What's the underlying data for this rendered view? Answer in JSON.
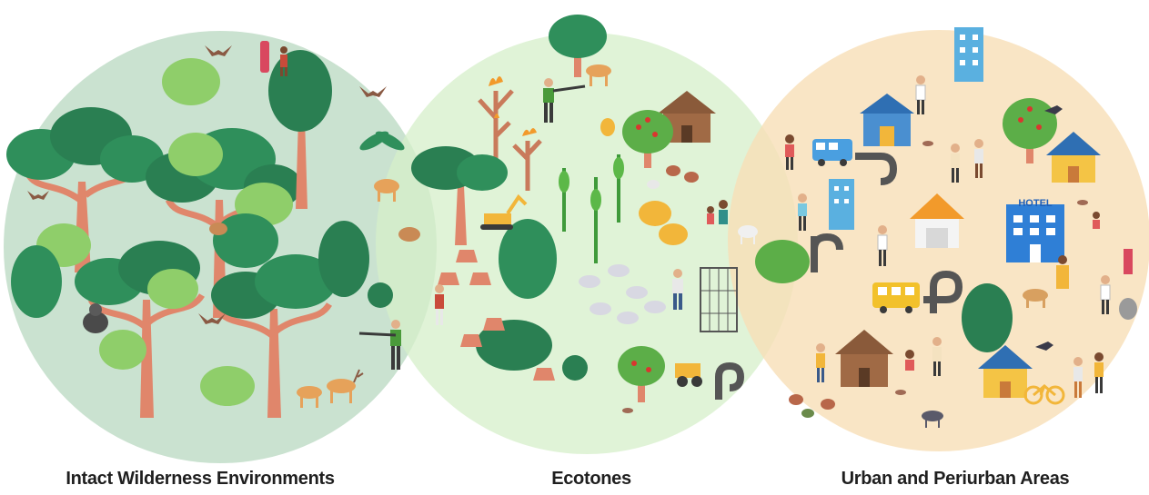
{
  "zones": [
    {
      "label": "Intact Wilderness Environments",
      "color": "#b8d8c0"
    },
    {
      "label": "Ecotones",
      "color": "#d5efc9"
    },
    {
      "label": "Urban and Periurban Areas",
      "color": "#f8dfb7"
    }
  ],
  "signs": {
    "hotel": "HOTEL"
  },
  "palette": {
    "tree_canopy": "#2f8f5b",
    "tree_light": "#8fce6a",
    "trunk": "#e0866b",
    "house_roof": "#2f6fb3",
    "house_wall": "#f4c445"
  }
}
